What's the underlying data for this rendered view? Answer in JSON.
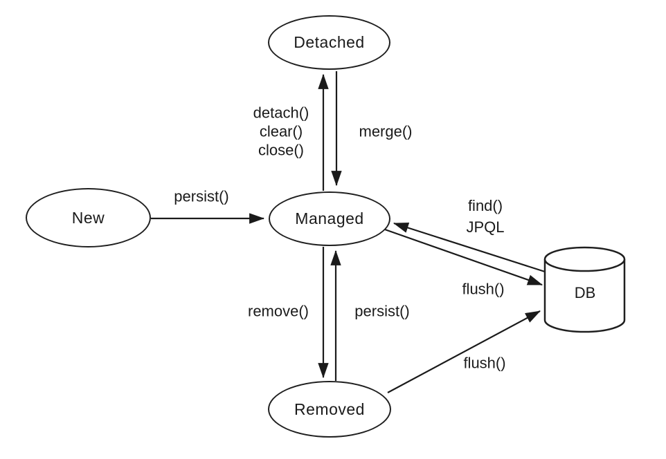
{
  "diagram": {
    "type": "state-diagram",
    "colors": {
      "ink": "#1a1a1a",
      "background": "#ffffff"
    },
    "nodes": {
      "new": {
        "label": "New",
        "shape": "ellipse"
      },
      "managed": {
        "label": "Managed",
        "shape": "ellipse"
      },
      "detached": {
        "label": "Detached",
        "shape": "ellipse"
      },
      "removed": {
        "label": "Removed",
        "shape": "ellipse"
      },
      "db": {
        "label": "DB",
        "shape": "cylinder"
      }
    },
    "edges": {
      "persist_new_to_managed": {
        "from": "new",
        "to": "managed",
        "label": "persist()"
      },
      "detach_managed_to_detached": {
        "from": "managed",
        "to": "detached",
        "lines": [
          "detach()",
          "clear()",
          "close()"
        ]
      },
      "merge_detached_to_managed": {
        "from": "detached",
        "to": "managed",
        "label": "merge()"
      },
      "remove_managed_to_removed": {
        "from": "managed",
        "to": "removed",
        "label": "remove()"
      },
      "persist_removed_to_managed": {
        "from": "removed",
        "to": "managed",
        "label": "persist()"
      },
      "find_db_to_managed": {
        "from": "db",
        "to": "managed",
        "lines": [
          "find()",
          "JPQL"
        ]
      },
      "flush_managed_to_db": {
        "from": "managed",
        "to": "db",
        "label": "flush()"
      },
      "flush_removed_to_db": {
        "from": "removed",
        "to": "db",
        "label": "flush()"
      }
    }
  }
}
